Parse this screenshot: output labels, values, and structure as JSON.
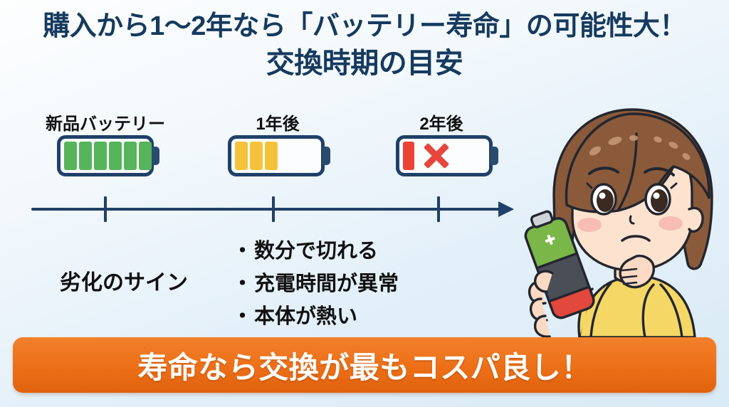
{
  "theme": {
    "title_color": "#163a5f",
    "text_color": "#111111",
    "banner_bg": "#ec6f17",
    "banner_text_color": "#ffffff",
    "battery_outline": "#1f4068",
    "green": "#56b45a",
    "yellow": "#f5c33b",
    "red": "#ea4335",
    "background": "#e4f0f9"
  },
  "title": {
    "line1": "購入から1〜2年なら「バッテリー寿命」の可能性大！",
    "line2": "交換時期の目安"
  },
  "timeline": {
    "stages": [
      {
        "label": "新品バッテリー",
        "bars": 6,
        "bar_color": "green",
        "has_x_mark": false
      },
      {
        "label": "1年後",
        "bars": 3,
        "bar_color": "yellow",
        "has_x_mark": false
      },
      {
        "label": "2年後",
        "bars": 1,
        "bar_color": "red",
        "has_x_mark": true
      }
    ],
    "axis_arrow": "arrow-right"
  },
  "signs": {
    "heading": "劣化のサイン",
    "bullet_char": "・",
    "items": [
      "数分で切れる",
      "充電時間が異常",
      "本体が熱い"
    ]
  },
  "banner": {
    "text": "寿命なら交換が最もコスパ良し！"
  },
  "illustration": {
    "description": "考える女性とバッテリー",
    "hair_color": "#8a5a3b",
    "sweater_color": "#f5d765",
    "skin_color": "#fde3cf"
  }
}
